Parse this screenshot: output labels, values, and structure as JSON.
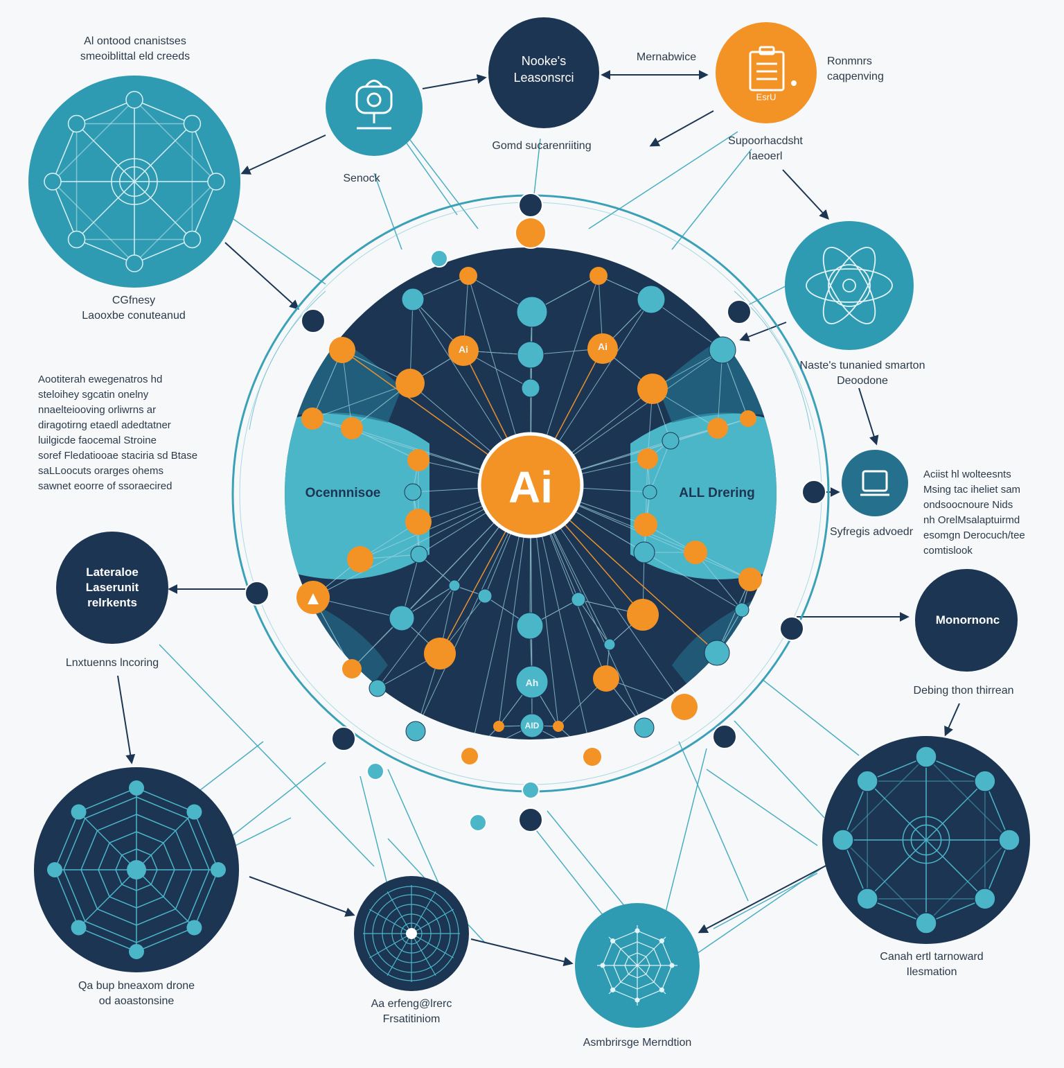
{
  "colors": {
    "navy": "#1c3553",
    "teal": "#2e9bb2",
    "teal_light": "#4cb6c9",
    "orange": "#f39225",
    "background": "#f7f8f9"
  },
  "center": {
    "label": "Ai",
    "left_band": "Ocennnisoe",
    "right_band": "ALL Drering",
    "node_glyph_1": "Ai",
    "node_glyph_2": "Ah",
    "node_glyph_3": "Ai",
    "node_glyph_4": "AID"
  },
  "nodes": {
    "top_dark": {
      "text": "Nooke's\nLeasonsrci",
      "caption": "Gomd sucarenriiting"
    },
    "top_orange": {
      "icon": "clipboard-icon",
      "badge": "EsrU",
      "caption": "Supoorhacdsht\nIaeoerl"
    },
    "teal_robot": {
      "icon": "robot-icon",
      "caption": "Senock"
    },
    "top_left_big": {
      "icon": "network-graph-icon",
      "caption": "CGfnesy\nLaooxbe conuteanud"
    },
    "right_atom": {
      "icon": "atom-icon",
      "caption": "Naste's tunanied smarton\nDeoodone"
    },
    "right_monitor": {
      "icon": "monitor-icon",
      "caption": "Syfregis advoedr"
    },
    "left_dark": {
      "text": "Lateraloe\nLaserunit\nrelrkents",
      "caption": "Lnxtuenns lncoring"
    },
    "right_dark": {
      "text": "Monornonc",
      "caption": "Debing thon thirrean"
    },
    "bottom_left_big": {
      "icon": "radar-web-icon",
      "caption": "Qa bup bneaxom drone\nod aoastonsine"
    },
    "bottom_small": {
      "icon": "spiral-web-icon",
      "caption": "Aa erfeng@lrerc\nFrsatitiniom"
    },
    "bottom_teal": {
      "icon": "web-icon",
      "caption": "Asmbrirsge Merndtion"
    },
    "bottom_right_big": {
      "icon": "network-graph-icon",
      "caption": "Canah ertl tarnoward\nIlesmation"
    }
  },
  "annotations": {
    "top_left": "Al ontood cnanistses\nsmeoiblittal eld creeds",
    "top_mid": "Mernabwice",
    "top_right": "Ronmnrs\ncaqpenving",
    "left_block": "Aootiterah ewegenatros hd\nsteloihey sgcatin onelny\nnnaelteiooving orliwrns ar\ndiragotirng etaedl adedtatner\nluilgicde faocemal Stroine\nsoref Fledatiooae staciria sd Btase\nsaLLoocuts orarges ohems\nsawnet eoorre of ssoraecired",
    "right_block": "Aciist hl wolteesnts\nMsing tac iheliet sam\nondsoocnoure Nids\nnh OrelMsalaptuirmd\nesomgn Derocuch/tee\ncomtislook"
  }
}
